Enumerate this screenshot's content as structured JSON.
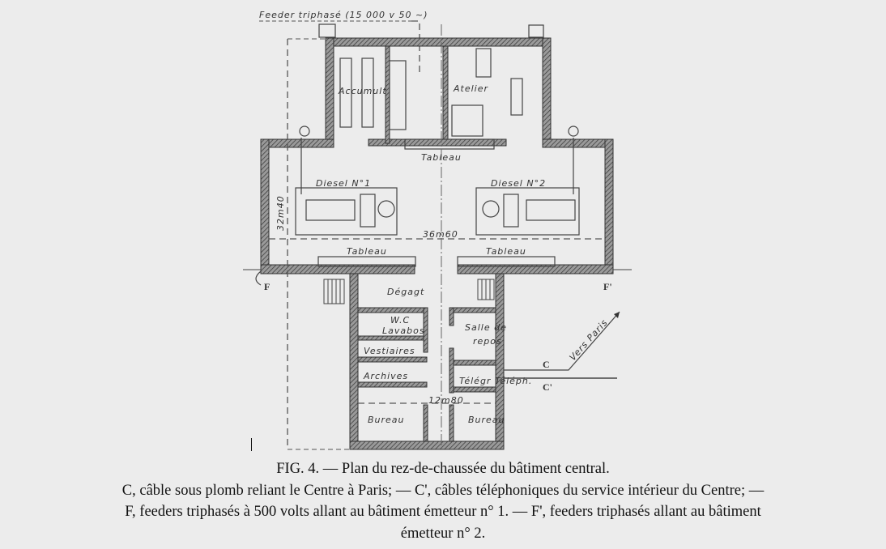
{
  "plan": {
    "feeder_label": "Feeder triphasé (15 000 v 50 ~)",
    "rooms": {
      "accumulators": "Accumult",
      "atelier": "Atelier",
      "tableau_top": "Tableau",
      "diesel1": "Diesel N°1",
      "diesel2": "Diesel N°2",
      "tableau_left": "Tableau",
      "tableau_right": "Tableau",
      "degagement": "Dégagt",
      "wc": "W.C",
      "lavabos": "Lavabos",
      "vestiaires": "Vestiaires",
      "archives": "Archives",
      "salle_de": "Salle de",
      "repos": "repos",
      "telegr": "Télégr Téléph.",
      "bureau_left": "Bureau",
      "bureau_right": "Bureau"
    },
    "dimensions": {
      "height": "32m40",
      "width": "36m60",
      "lower_width": "12m80"
    },
    "markers": {
      "f": "F",
      "f_prime": "F'",
      "c": "C",
      "c_prime": "C'",
      "vers_paris": "Vers Paris"
    }
  },
  "caption": {
    "title": "FIG. 4. — Plan du rez-de-chaussée du bâtiment central.",
    "line1": "C, câble sous plomb reliant le Centre à Paris; — C', câbles téléphoniques du service intérieur du Centre; —",
    "line2": "F, feeders triphasés à 500 volts allant au bâtiment émetteur n° 1. — F', feeders triphasés allant au bâtiment",
    "line3": "émetteur n° 2."
  }
}
